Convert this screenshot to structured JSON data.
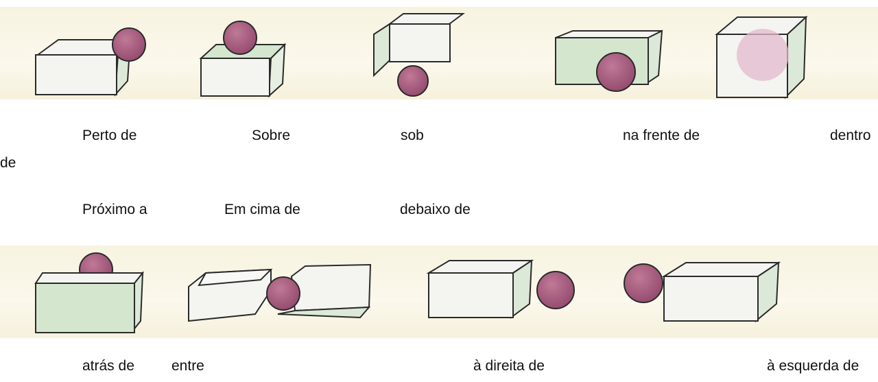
{
  "colors": {
    "strip_bg": "#f8f4e2",
    "cube_face": "#f4f4f1",
    "cube_shadow": "#d5e6cf",
    "ball": "#a45d80",
    "ball_light": "#c07996",
    "outline": "#2a2a2a"
  },
  "illustrations": {
    "top_row": [
      "perto-de",
      "sobre",
      "sob",
      "na-frente-de",
      "dentro-de"
    ],
    "bottom_row": [
      "atras-de",
      "entre",
      "a-direita-de",
      "a-esquerda-de"
    ]
  },
  "labels": {
    "perto_de": "Perto de",
    "sobre": "Sobre",
    "sob": "sob",
    "na_frente_de": "na frente de",
    "dentro": "dentro",
    "de": "de",
    "proximo_a": "Próximo a",
    "em_cima_de": "Em cima de",
    "debaixo_de": "debaixo de",
    "atras_de": "atrás de",
    "entre": "entre",
    "a_direita_de": "à direita de",
    "a_esquerda_de": "à esquerda de"
  }
}
